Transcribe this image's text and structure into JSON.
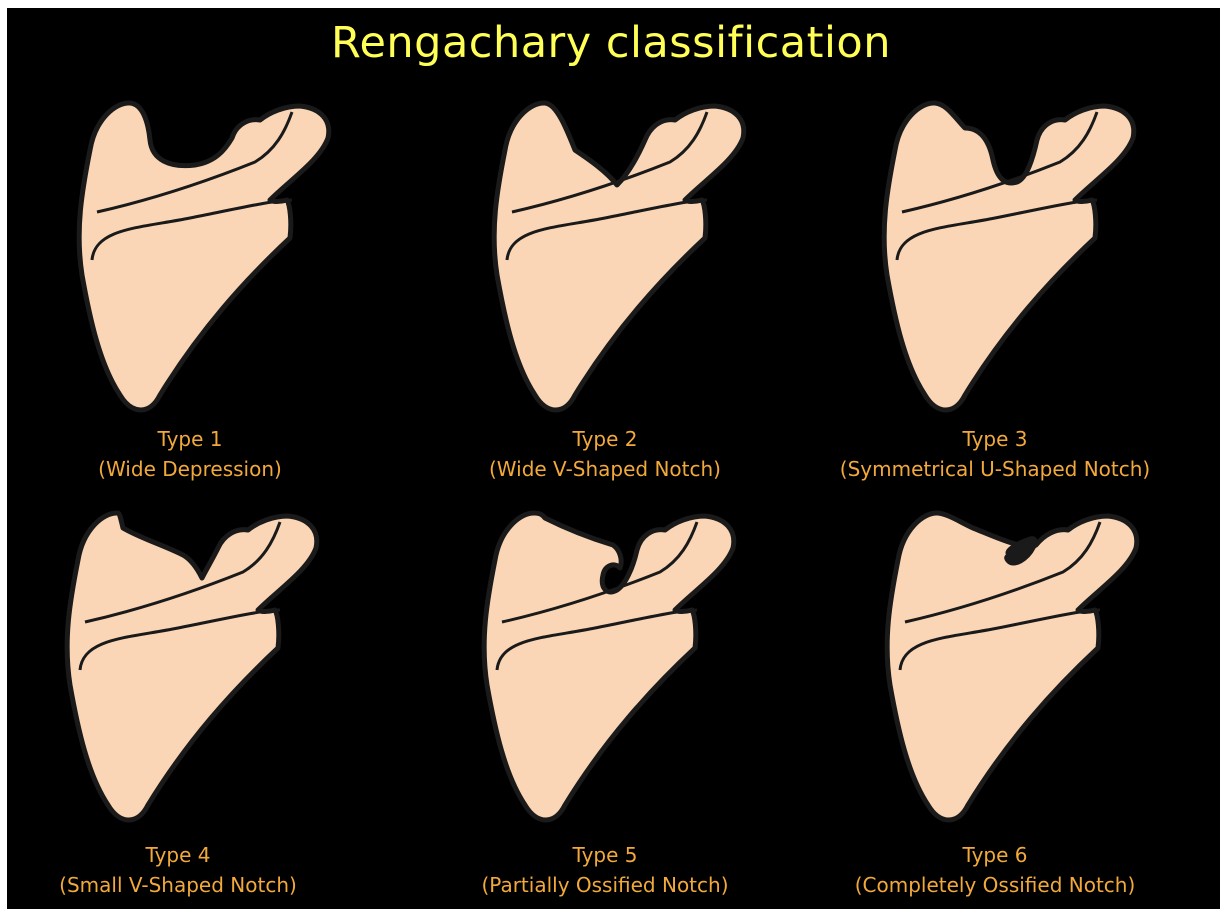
{
  "title": "Rengachary classification",
  "colors": {
    "background": "#000000",
    "title": "#ffff55",
    "caption": "#f2a93b",
    "bone_fill": "#fad6b6",
    "bone_outline": "#1a1a1a"
  },
  "types": [
    {
      "name": "Type 1",
      "description": "(Wide Depression)"
    },
    {
      "name": "Type 2",
      "description": "(Wide V-Shaped Notch)"
    },
    {
      "name": "Type 3",
      "description": "(Symmetrical U-Shaped Notch)"
    },
    {
      "name": "Type 4",
      "description": "(Small V-Shaped Notch)"
    },
    {
      "name": "Type 5",
      "description": "(Partially Ossified Notch)"
    },
    {
      "name": "Type 6",
      "description": "(Completely Ossified Notch)"
    }
  ]
}
